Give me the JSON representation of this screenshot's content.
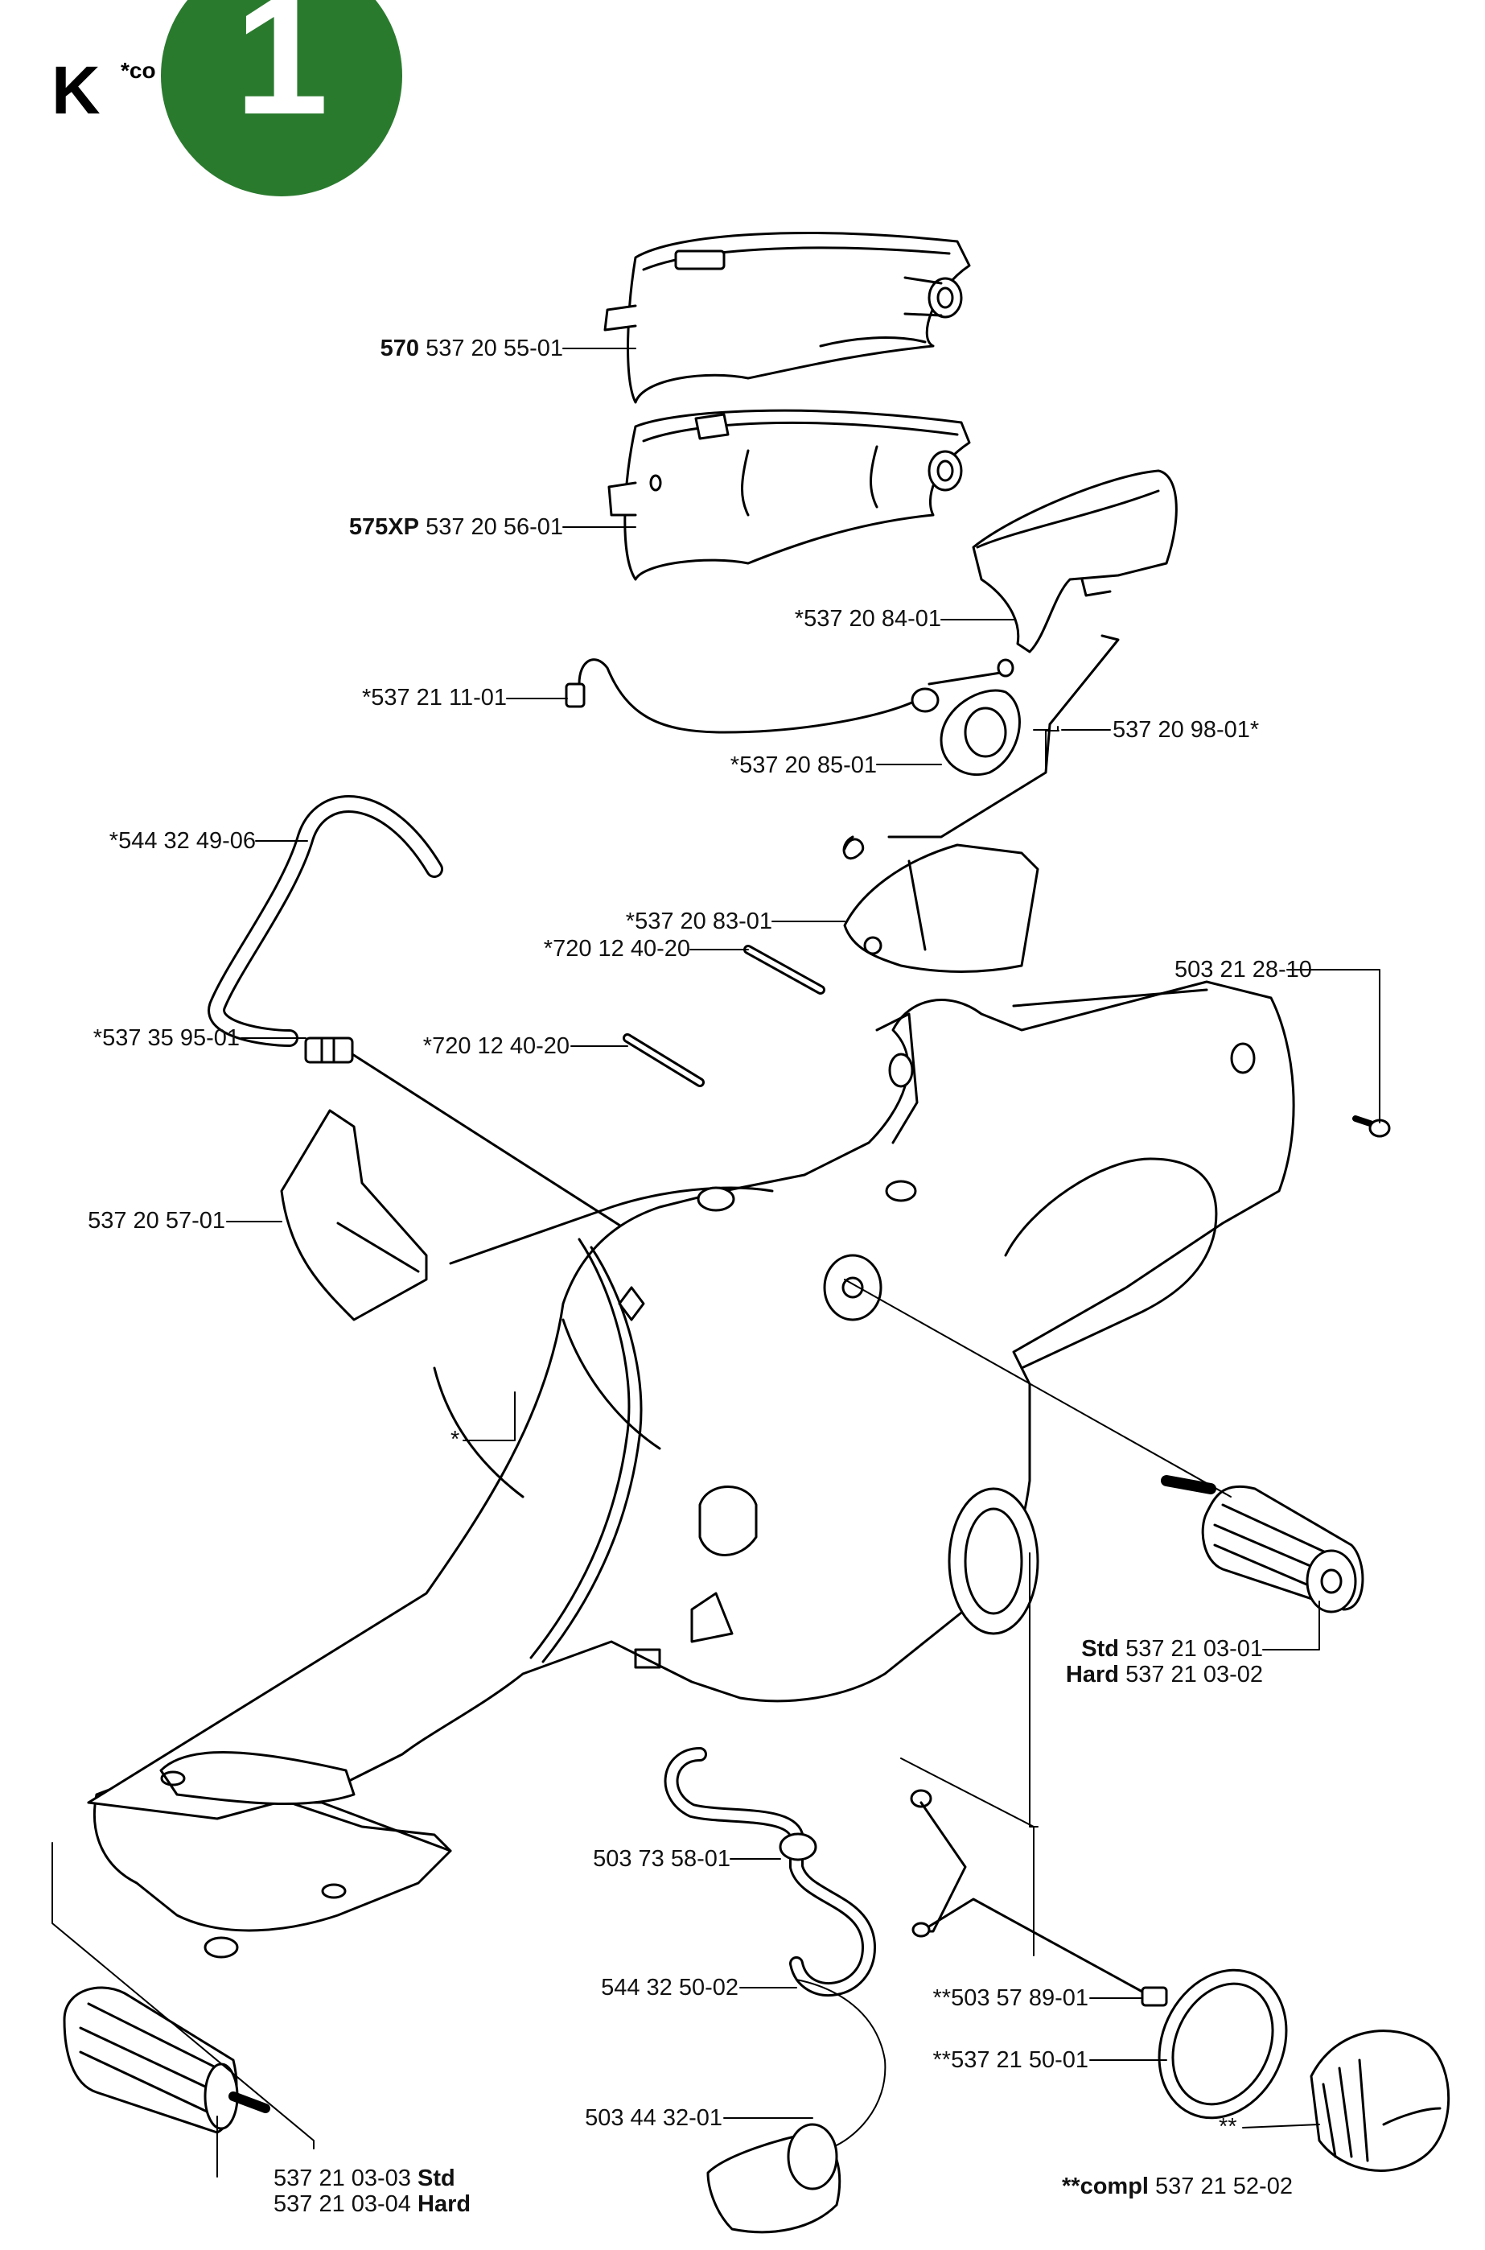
{
  "header": {
    "section_letter": "K",
    "note": "*co",
    "badge_number": "1",
    "badge_color": "#2a7a2e"
  },
  "parts": [
    {
      "id": "cover-570",
      "prefix": "570",
      "number": "537 20 55-01",
      "suffix": ""
    },
    {
      "id": "cover-575xp",
      "prefix": "575XP",
      "number": "537 20 56-01",
      "suffix": ""
    },
    {
      "id": "throttle-trigger",
      "prefix": "",
      "number": "*537 20 84-01",
      "suffix": ""
    },
    {
      "id": "short-circuit-cable",
      "prefix": "",
      "number": "*537 21 11-01",
      "suffix": ""
    },
    {
      "id": "throttle-rod",
      "prefix": "",
      "number": "537 20 98-01*",
      "suffix": ""
    },
    {
      "id": "switch",
      "prefix": "",
      "number": "*537 20 85-01",
      "suffix": ""
    },
    {
      "id": "hose",
      "prefix": "",
      "number": "*544 32 49-06",
      "suffix": ""
    },
    {
      "id": "trigger-lockout",
      "prefix": "",
      "number": "*537 20 83-01",
      "suffix": ""
    },
    {
      "id": "pin-1",
      "prefix": "",
      "number": "*720 12 40-20",
      "suffix": ""
    },
    {
      "id": "screw",
      "prefix": "",
      "number": "503 21 28-10",
      "suffix": ""
    },
    {
      "id": "nipple",
      "prefix": "",
      "number": "*537 35 95-01",
      "suffix": ""
    },
    {
      "id": "pin-2",
      "prefix": "",
      "number": "*720 12 40-20",
      "suffix": ""
    },
    {
      "id": "guard",
      "prefix": "",
      "number": "537 20 57-01",
      "suffix": ""
    },
    {
      "id": "tank-handle",
      "prefix": "",
      "number": "*",
      "suffix": ""
    },
    {
      "id": "av-element-std",
      "prefix": "Std",
      "number": "537 21 03-01",
      "suffix": ""
    },
    {
      "id": "av-element-hard",
      "prefix": "Hard",
      "number": "537 21 03-02",
      "suffix": ""
    },
    {
      "id": "fuel-hose",
      "prefix": "",
      "number": "503 73 58-01",
      "suffix": ""
    },
    {
      "id": "fuel-hose-2",
      "prefix": "",
      "number": "544 32 50-02",
      "suffix": ""
    },
    {
      "id": "fuel-filter",
      "prefix": "",
      "number": "503 44 32-01",
      "suffix": ""
    },
    {
      "id": "strap",
      "prefix": "",
      "number": "**503 57 89-01",
      "suffix": ""
    },
    {
      "id": "seal",
      "prefix": "",
      "number": "**537 21 50-01",
      "suffix": ""
    },
    {
      "id": "cap-marker",
      "prefix": "",
      "number": "**",
      "suffix": ""
    },
    {
      "id": "cap-compl",
      "prefix": "**compl",
      "number": "537 21 52-02",
      "suffix": ""
    },
    {
      "id": "av-rear-std",
      "prefix": "",
      "number": "537 21 03-03",
      "suffix": "Std"
    },
    {
      "id": "av-rear-hard",
      "prefix": "",
      "number": "537 21 03-04",
      "suffix": "Hard"
    }
  ]
}
